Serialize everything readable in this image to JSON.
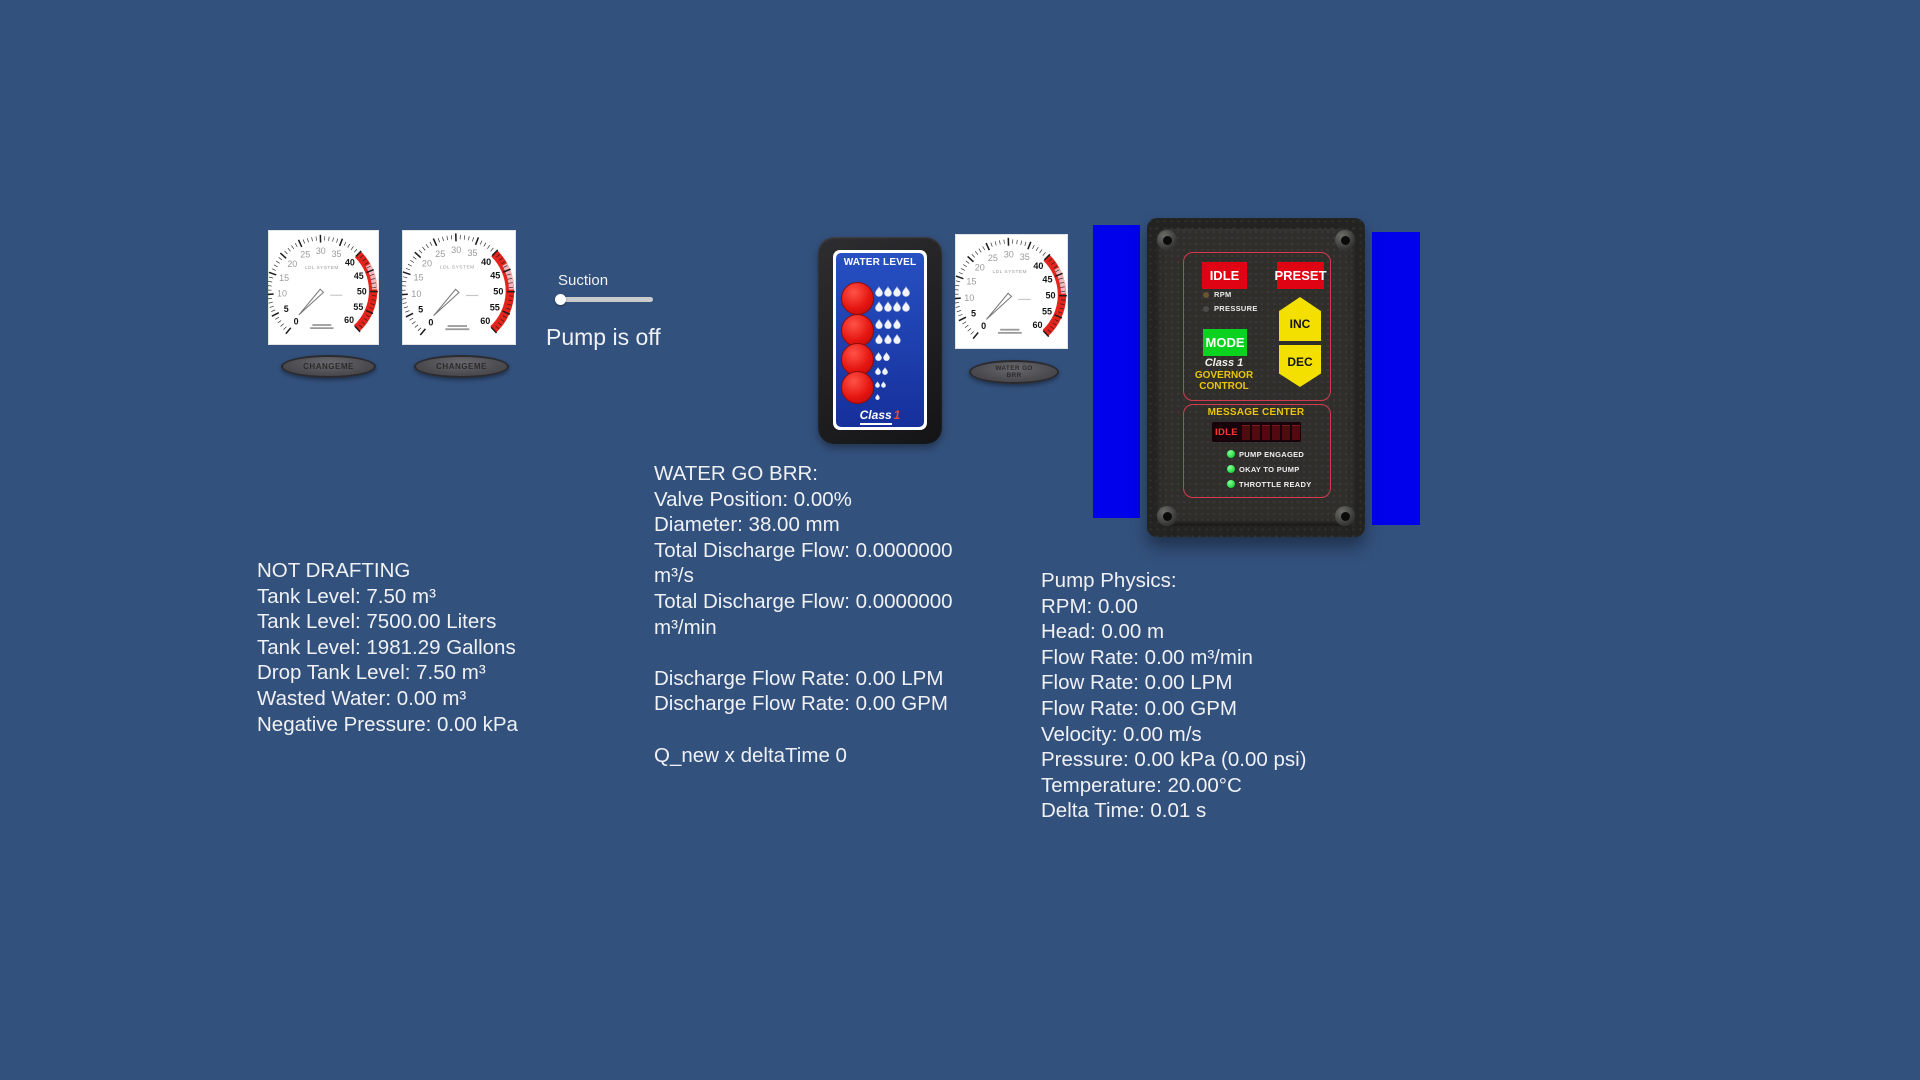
{
  "colors": {
    "background": "#33517D",
    "pure_blue": "#0101EC",
    "panel_blue": "#1C3CAD",
    "gauge_red_zone": "#E3241C",
    "button_red": "#E00313",
    "button_green": "#0BD21E",
    "button_yellow": "#F4E000",
    "text": "#EFF1F4"
  },
  "gauge": {
    "label": "LDL SYSTEM",
    "min": 0,
    "max": 60,
    "tick_labels": [
      0,
      5,
      10,
      15,
      20,
      25,
      30,
      35,
      40,
      45,
      50,
      55,
      60
    ],
    "red_zone": [
      40,
      60
    ],
    "pink_zone": [
      43.5,
      49.5
    ],
    "needle_value": 0.8
  },
  "gauge_buttons": {
    "changeme_1": "CHANGEME",
    "changeme_2": "CHANGEME",
    "water_go_line1": "WATER GO",
    "water_go_line2": "BRR"
  },
  "suction": {
    "label": "Suction",
    "value_percent": 0,
    "status": "Pump is off"
  },
  "water_level_panel": {
    "title": "WATER LEVEL",
    "brand_word": "Class",
    "brand_number": "1",
    "light_count": 4,
    "droplet_rows": [
      4,
      4,
      3,
      3,
      2,
      2,
      2,
      1
    ]
  },
  "governor": {
    "idle_button": "IDLE",
    "preset_button": "PRESET",
    "mode_button": "MODE",
    "inc_button": "INC",
    "dec_button": "DEC",
    "rpm_label": "RPM",
    "pressure_label": "PRESSURE",
    "brand_word": "Class",
    "brand_number": "1",
    "subtitle_line1": "GOVERNOR",
    "subtitle_line2": "CONTROL",
    "message_center_title": "MESSAGE CENTER",
    "display_text": "IDLE",
    "status_leds": [
      "PUMP ENGAGED",
      "OKAY TO PUMP",
      "THROTTLE READY"
    ]
  },
  "text_panels": {
    "not_drafting": {
      "lines": [
        "NOT DRAFTING",
        "Tank Level: 7.50 m³",
        "Tank Level: 7500.00 Liters",
        "Tank Level: 1981.29 Gallons",
        "Drop Tank Level: 7.50 m³",
        "Wasted Water: 0.00 m³",
        "Negative Pressure: 0.00 kPa"
      ]
    },
    "water_go_brr": {
      "lines": [
        "WATER GO BRR:",
        "Valve Position: 0.00%",
        "Diameter: 38.00 mm",
        "Total Discharge Flow: 0.0000000",
        "m³/s",
        "Total Discharge Flow: 0.0000000",
        "m³/min",
        "",
        "Discharge Flow Rate: 0.00 LPM",
        "Discharge Flow Rate: 0.00 GPM",
        "",
        "Q_new x deltaTime 0"
      ]
    },
    "pump_physics": {
      "lines": [
        "Pump Physics:",
        "RPM: 0.00",
        "Head: 0.00 m",
        "Flow Rate: 0.00 m³/min",
        "Flow Rate: 0.00 LPM",
        "Flow Rate: 0.00 GPM",
        "Velocity: 0.00 m/s",
        "Pressure: 0.00 kPa (0.00 psi)",
        "Temperature: 20.00°C",
        "Delta Time: 0.01 s"
      ]
    }
  }
}
